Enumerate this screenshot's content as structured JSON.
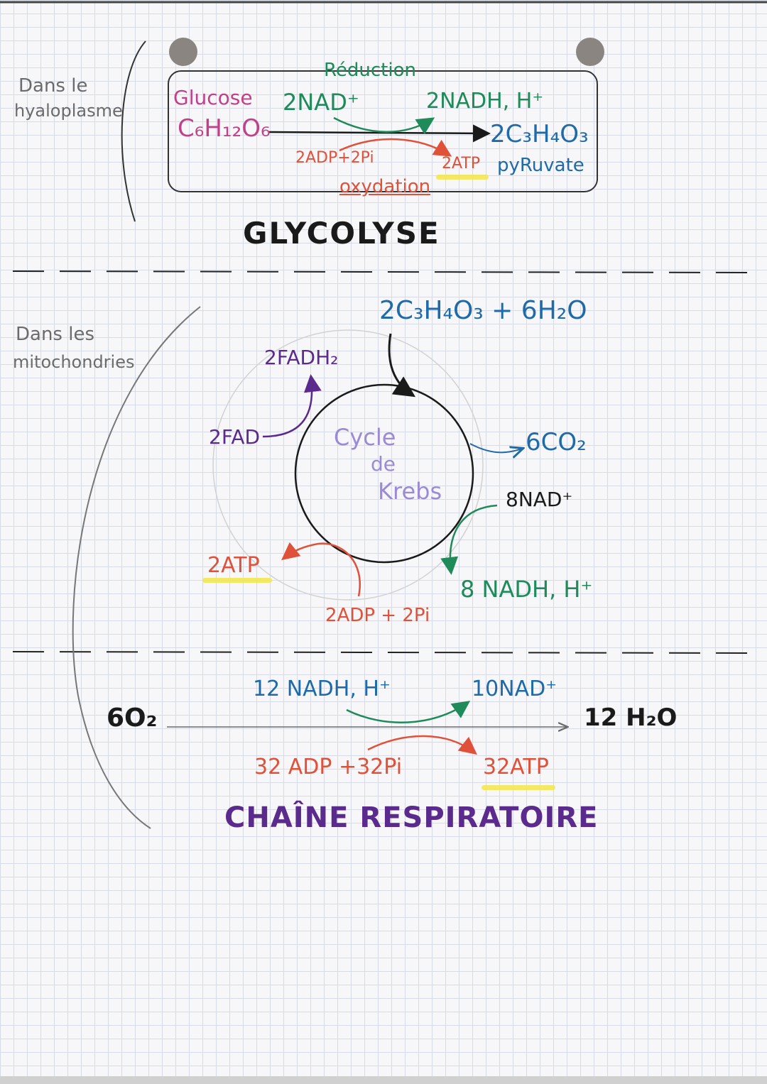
{
  "colors": {
    "ink": "#1a1a1a",
    "grey": "#6b6b6b",
    "pink": "#c2408a",
    "green": "#1f8a5a",
    "blue": "#1f6aa8",
    "red": "#e0513a",
    "purple": "#5a2a8c",
    "lavender": "#9b8ad6",
    "highlight": "#f3e64a"
  },
  "section_hyaloplasme": {
    "location": "Dans le hyaloplasme",
    "location_line1": "Dans le",
    "location_line2": "hyaloplasme",
    "glucose_name": "Glucose",
    "glucose_formula": "C₆H₁₂O₆",
    "reduction_label": "Réduction",
    "nad_in": "2NAD⁺",
    "nadh_out": "2NADH, H⁺",
    "adp_in": "2ADP+2Pi",
    "atp_out": "2ATP",
    "oxydation_label": "oxydation",
    "product_formula": "2C₃H₄O₃",
    "product_name": "pyRuvate",
    "title": "GLYCOLYSE"
  },
  "section_mitochondries": {
    "location_line1": "Dans les",
    "location_line2": "mitochondries",
    "krebs": {
      "input": "2C₃H₄O₃ + 6H₂O",
      "fadh2": "2FADH₂",
      "fad": "2FAD",
      "cycle_line1": "Cycle",
      "cycle_line2": "de",
      "cycle_line3": "Krebs",
      "co2": "6CO₂",
      "nad": "8NAD⁺",
      "nadh": "8 NADH, H⁺",
      "atp": "2ATP",
      "adp": "2ADP + 2Pi"
    },
    "chaine": {
      "o2": "6O₂",
      "nadh_in": "12 NADH, H⁺",
      "nad_out": "10NAD⁺",
      "water": "12 H₂O",
      "adp_in": "32 ADP +32Pi",
      "atp_out": "32ATP",
      "title": "CHAÎNE RESPIRATOIRE"
    }
  }
}
